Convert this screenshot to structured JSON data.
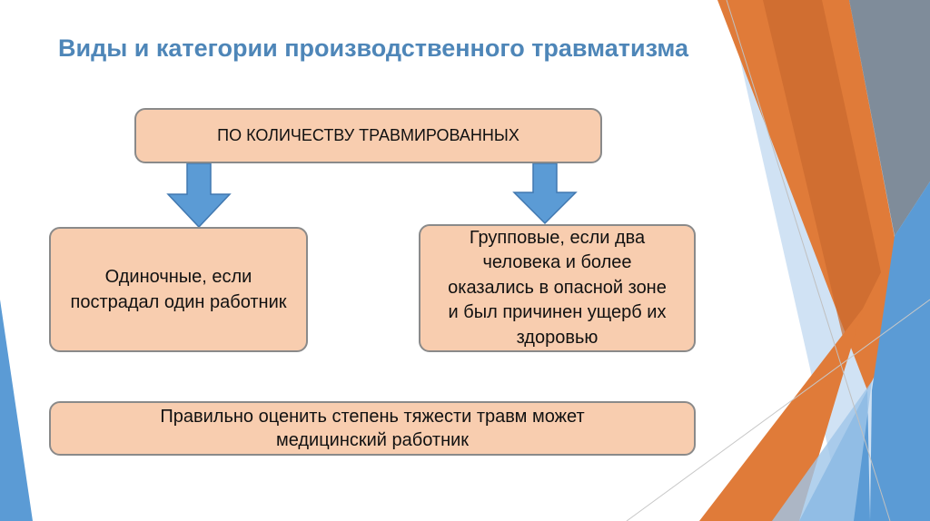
{
  "slide": {
    "title": "Виды и категории производственного травматизма",
    "top_box": "ПО КОЛИЧЕСТВУ ТРАВМИРОВАННЫХ",
    "left_box": "Одиночные, если пострадал один работник",
    "right_box": "Групповые, если два человека и более оказались в опасной зоне и был причинен ущерб их здоровью",
    "bottom_box": "Правильно оценить степень тяжести травм может медицинский работник"
  },
  "colors": {
    "title": "#4e86b8",
    "box_fill": "#f8cdaf",
    "box_border": "#8a8a8a",
    "arrow": "#5b9bd5",
    "decor_orange": "#e07b39",
    "decor_blue": "#5b9bd5",
    "decor_gray": "#7f8c9a"
  }
}
